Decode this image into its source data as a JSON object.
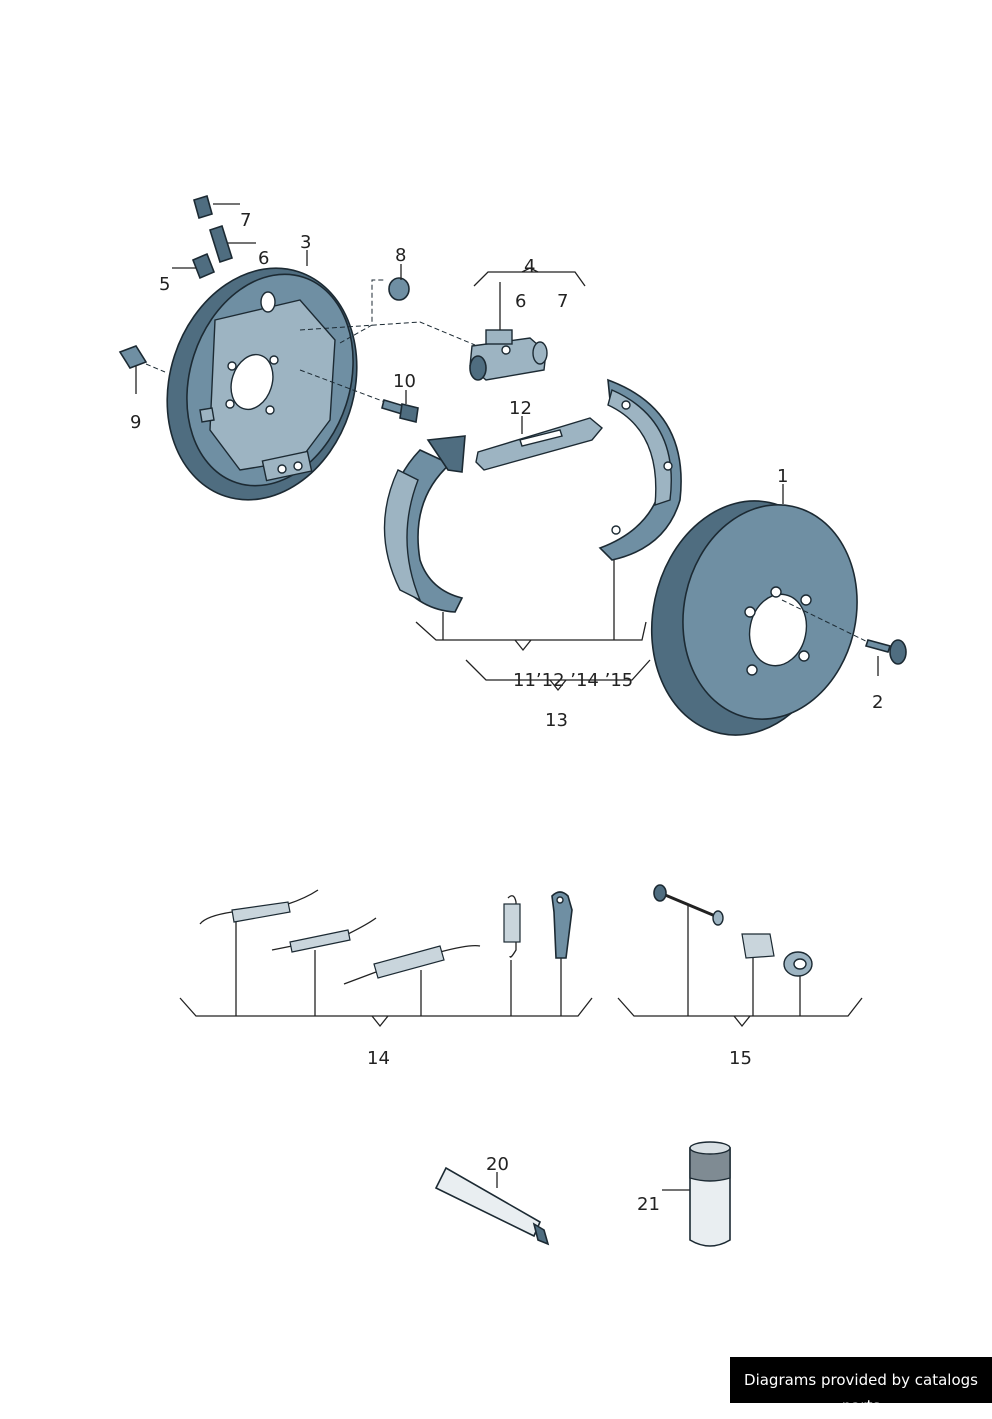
{
  "callouts": {
    "c1": "1",
    "c2": "2",
    "c3": "3",
    "c4": "4",
    "c5": "5",
    "c6a": "6",
    "c6b": "6",
    "c7a": "7",
    "c7b": "7",
    "c8": "8",
    "c9": "9",
    "c10": "10",
    "c12": "12",
    "c13": "13",
    "c13_parts": "11’12 ’14 ’15",
    "c14": "14",
    "c15": "15",
    "c20": "20",
    "c21": "21"
  },
  "footer": {
    "text": "Diagrams provided by catalogs parts"
  }
}
